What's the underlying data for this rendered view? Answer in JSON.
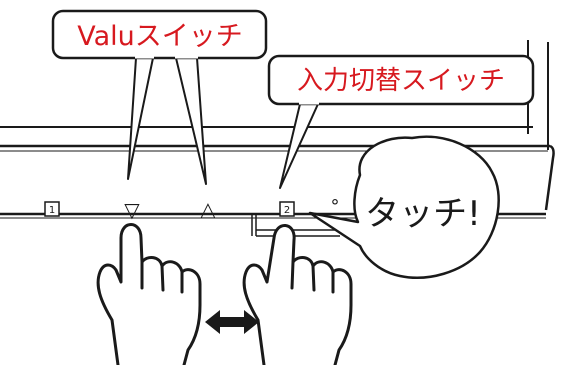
{
  "callouts": {
    "value_switch": "Valuスイッチ",
    "input_switch": "入力切替スイッチ",
    "touch": "タッチ!"
  },
  "buttons": {
    "button_1_label": "1",
    "button_down_symbol": "▽",
    "button_up_symbol": "△",
    "button_2_label": "2",
    "power_indicator_symbol": "°"
  },
  "icons": {
    "hand_left": "pointing-hand-icon",
    "hand_right": "pointing-hand-icon",
    "arrow": "double-arrow-icon"
  },
  "colors": {
    "callout_text": "#d7191f",
    "outline": "#1a1a1a",
    "background": "#ffffff"
  }
}
